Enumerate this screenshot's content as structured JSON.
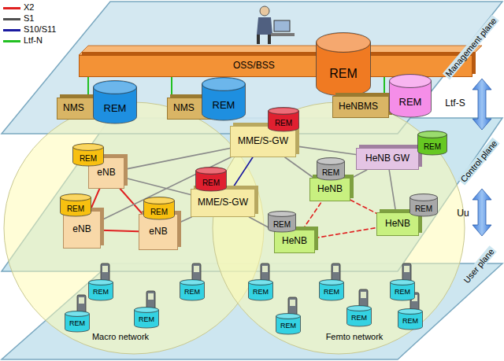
{
  "diagram": {
    "nodes": [
      {
        "text": [
          "OSS/BSS"
        ]
      },
      {
        "text": [
          "REM"
        ],
        "in": 0
      },
      {
        "text": [
          "NMS"
        ]
      },
      {
        "text": [
          "REM"
        ]
      },
      {
        "text": [
          "NMS"
        ]
      },
      {
        "text": [
          "REM"
        ]
      },
      {
        "text": [
          "HeNBMS"
        ]
      },
      {
        "text": [
          "REM"
        ]
      },
      {
        "text": [
          "eNB"
        ]
      },
      {
        "text": [
          "REM"
        ]
      },
      {
        "text": [
          "MME/S-GW"
        ]
      },
      {
        "text": [
          "REM"
        ]
      },
      {
        "text": [
          "HeNB GW"
        ]
      },
      {
        "text": [
          "REM"
        ]
      },
      {
        "text": [
          "HeNB"
        ]
      },
      {
        "text": [
          "REM"
        ]
      },
      {
        "text": [
          "eNB"
        ]
      },
      {
        "text": [
          "REM"
        ]
      },
      {
        "text": [
          "eNB"
        ]
      },
      {
        "text": [
          "REM"
        ]
      },
      {
        "text": [
          "MME/S-GW"
        ]
      },
      {
        "text": [
          "REM"
        ]
      },
      {
        "text": [
          "HeNB"
        ]
      },
      {
        "text": [
          "REM"
        ]
      },
      {
        "text": [
          "HeNB"
        ]
      },
      {
        "text": [
          "REM"
        ]
      },
      {
        "text": [
          "REM"
        ]
      },
      {
        "text": [
          "REM"
        ]
      },
      {
        "text": [
          "REM"
        ]
      },
      {
        "text": [
          "REM"
        ]
      },
      {
        "text": [
          "REM"
        ]
      },
      {
        "text": [
          "REM"
        ]
      },
      {
        "text": [
          "REM"
        ]
      },
      {
        "text": [
          "REM"
        ]
      },
      {
        "text": [
          "REM"
        ]
      },
      {
        "text": [
          "REM"
        ]
      }
    ],
    "edges": [
      {
        "from": 0,
        "to": 2,
        "arrow": "none"
      },
      {
        "from": 0,
        "to": 4,
        "arrow": "none"
      },
      {
        "from": 0,
        "to": 6,
        "arrow": "none"
      },
      {
        "from": 8,
        "to": 16,
        "arrow": "none"
      },
      {
        "from": 8,
        "to": 18,
        "arrow": "none"
      },
      {
        "from": 16,
        "to": 18,
        "arrow": "none"
      },
      {
        "from": 8,
        "to": 10,
        "arrow": "none"
      },
      {
        "from": 8,
        "to": 20,
        "arrow": "none"
      },
      {
        "from": 16,
        "to": 10,
        "arrow": "none"
      },
      {
        "from": 18,
        "to": 20,
        "arrow": "none"
      },
      {
        "from": 10,
        "to": 20,
        "arrow": "none"
      },
      {
        "from": 10,
        "to": 12,
        "arrow": "none"
      },
      {
        "from": 10,
        "to": 14,
        "arrow": "none"
      },
      {
        "from": 20,
        "to": 24,
        "arrow": "none"
      },
      {
        "from": 12,
        "to": 14,
        "arrow": "none"
      },
      {
        "from": 12,
        "to": 22,
        "arrow": "none"
      },
      {
        "from": 24,
        "to": 14,
        "arrow": "none"
      },
      {
        "from": 24,
        "to": 22,
        "arrow": "none"
      },
      {
        "from": 14,
        "to": 22,
        "arrow": "none"
      }
    ],
    "labels": [
      "Management plane",
      "Ltf-S",
      "Control plane",
      "Uu",
      "User plane",
      "Macro network",
      "Femto network"
    ],
    "legend": [
      {
        "text": "X2",
        "color": "#e02020"
      },
      {
        "text": "S1",
        "color": "#505050"
      },
      {
        "text": "S10/S11",
        "color": "#1a1aa0"
      },
      {
        "text": "Ltf-N",
        "color": "#22c022"
      }
    ]
  }
}
